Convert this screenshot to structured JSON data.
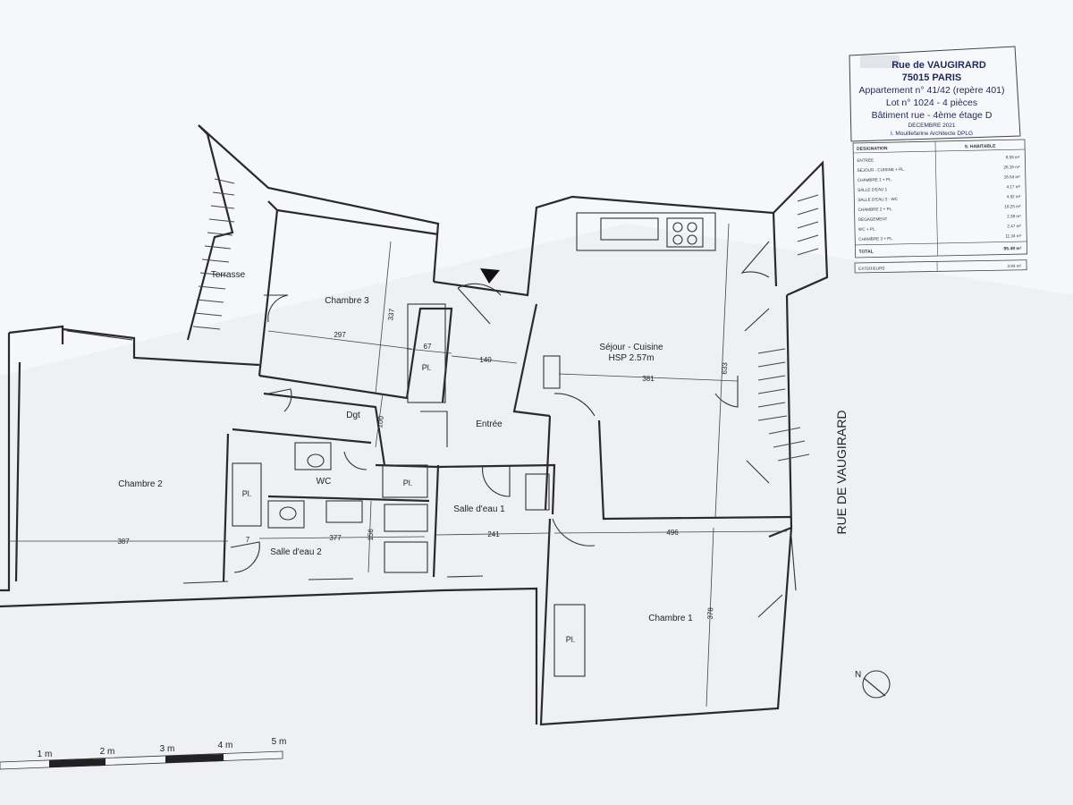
{
  "colors": {
    "paper": "#f4f5f8",
    "ink": "#2a2a2a",
    "background": "#dfe3ea",
    "title_ink": "#1e2a55"
  },
  "title_block": {
    "line1": "Rue de VAUGIRARD",
    "line2": "75015 PARIS",
    "line3": "Appartement n° 41/42 (repère 401)",
    "line4": "Lot n° 1024 - 4 pièces",
    "line5": "Bâtiment rue - 4ème étage D",
    "line6": "DECEMBRE 2021",
    "line7": "I. Mouillefarine Architecte DPLG"
  },
  "area_table": {
    "headers": [
      "DESIGNATION",
      "S. HABITABLE"
    ],
    "rows": [
      {
        "name": "ENTRÉE",
        "value": "8.56 m²"
      },
      {
        "name": "SÉJOUR - CUISINE + PL.",
        "value": "26.16 m²"
      },
      {
        "name": "CHAMBRE 1 + PL.",
        "value": "16.54 m²"
      },
      {
        "name": "SALLE D'EAU 1",
        "value": "4.17 m²"
      },
      {
        "name": "SALLE D'EAU 2 - WC",
        "value": "4.92 m²"
      },
      {
        "name": "CHAMBRE 2 + PL.",
        "value": "18.25 m²"
      },
      {
        "name": "DÉGAGEMENT",
        "value": "2.38 m²"
      },
      {
        "name": "WC + PL.",
        "value": "2.47 m²"
      },
      {
        "name": "CHAMBRE 3 + PL.",
        "value": "11.34 m²"
      }
    ],
    "total": {
      "name": "TOTAL",
      "value": "95.49 m²"
    },
    "exterior": {
      "name": "EXTERIEURS",
      "value": "3.84 m²"
    }
  },
  "rooms": {
    "terrasse": "Terrasse",
    "chambre3": "Chambre 3",
    "sejour": "Séjour - Cuisine",
    "hsp": "HSP 2.57m",
    "dgt": "Dgt",
    "entree": "Entrée",
    "chambre2": "Chambre 2",
    "wc": "WC",
    "salle_eau1": "Salle d'eau 1",
    "salle_eau2": "Salle d'eau 2",
    "chambre1": "Chambre 1",
    "placard": "Pl."
  },
  "dimensions": {
    "d297": "297",
    "d337": "337",
    "d67": "67",
    "d140": "140",
    "d381": "381",
    "d633": "633",
    "d100": "100",
    "d387": "387",
    "d7": "7",
    "d377": "377",
    "d156": "156",
    "d241": "241",
    "d496": "496",
    "d378": "378"
  },
  "street_label": "RUE DE VAUGIRARD",
  "north_label": "N",
  "scale_bar": {
    "labels": [
      "1 m",
      "2 m",
      "3 m",
      "4 m",
      "5 m"
    ]
  }
}
